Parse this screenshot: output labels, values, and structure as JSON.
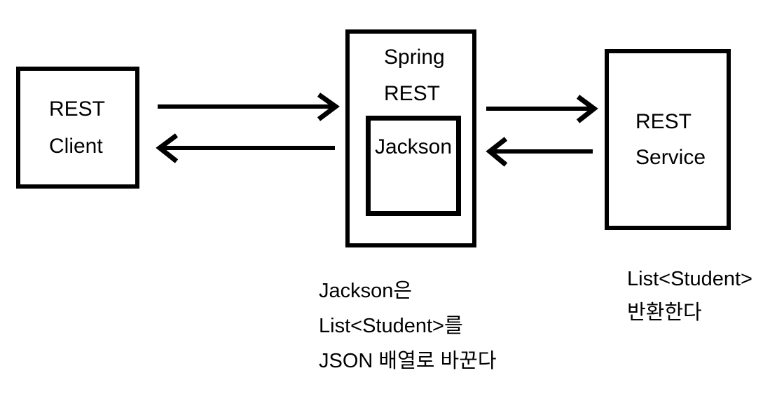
{
  "colors": {
    "background": "#ffffff",
    "ink": "#000000"
  },
  "boxes": {
    "client": {
      "lines": [
        "REST",
        "Client"
      ]
    },
    "spring": {
      "lines": [
        "Spring",
        "REST"
      ],
      "jackson": {
        "label": "Jackson"
      }
    },
    "service": {
      "lines": [
        "REST",
        "Service"
      ]
    }
  },
  "arrows": [
    {
      "id": "client-to-spring",
      "direction": "right"
    },
    {
      "id": "spring-to-client",
      "direction": "left"
    },
    {
      "id": "spring-to-service",
      "direction": "right"
    },
    {
      "id": "service-to-spring",
      "direction": "left"
    }
  ],
  "annotations": {
    "jackson_note": {
      "lines": [
        "Jackson은",
        "List<Student>를",
        "JSON 배열로 바꾼다"
      ]
    },
    "service_note": {
      "lines": [
        "List<Student>",
        "반환한다"
      ]
    }
  }
}
